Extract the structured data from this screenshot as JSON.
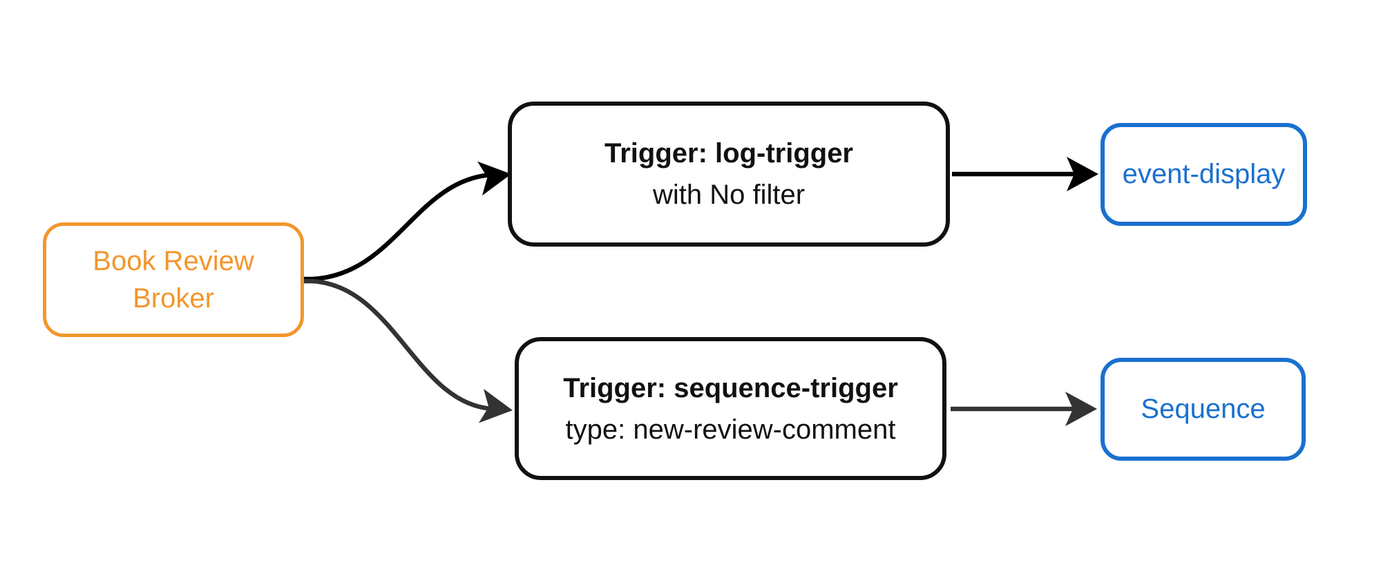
{
  "diagram": {
    "background_color": "#ffffff",
    "nodes": {
      "broker": {
        "label": "Book Review Broker",
        "border_color": "#F3962C",
        "text_color": "#F3962C"
      },
      "log_trigger": {
        "title": "Trigger: log-trigger",
        "subtitle": "with No filter",
        "border_color": "#111111",
        "text_color": "#111111"
      },
      "sequence_trigger": {
        "title": "Trigger: sequence-trigger",
        "subtitle": "type: new-review-comment",
        "border_color": "#111111",
        "text_color": "#111111"
      },
      "event_display": {
        "label": "event-display",
        "border_color": "#1A70CF",
        "text_color": "#1A70CF"
      },
      "sequence": {
        "label": "Sequence",
        "border_color": "#1A70CF",
        "text_color": "#1A70CF"
      }
    },
    "edges": [
      {
        "from": "broker",
        "to": "log_trigger",
        "color": "#000000",
        "style": "curved"
      },
      {
        "from": "broker",
        "to": "sequence_trigger",
        "color": "#333333",
        "style": "curved"
      },
      {
        "from": "log_trigger",
        "to": "event_display",
        "color": "#000000",
        "style": "straight"
      },
      {
        "from": "sequence_trigger",
        "to": "sequence",
        "color": "#333333",
        "style": "straight"
      }
    ]
  }
}
